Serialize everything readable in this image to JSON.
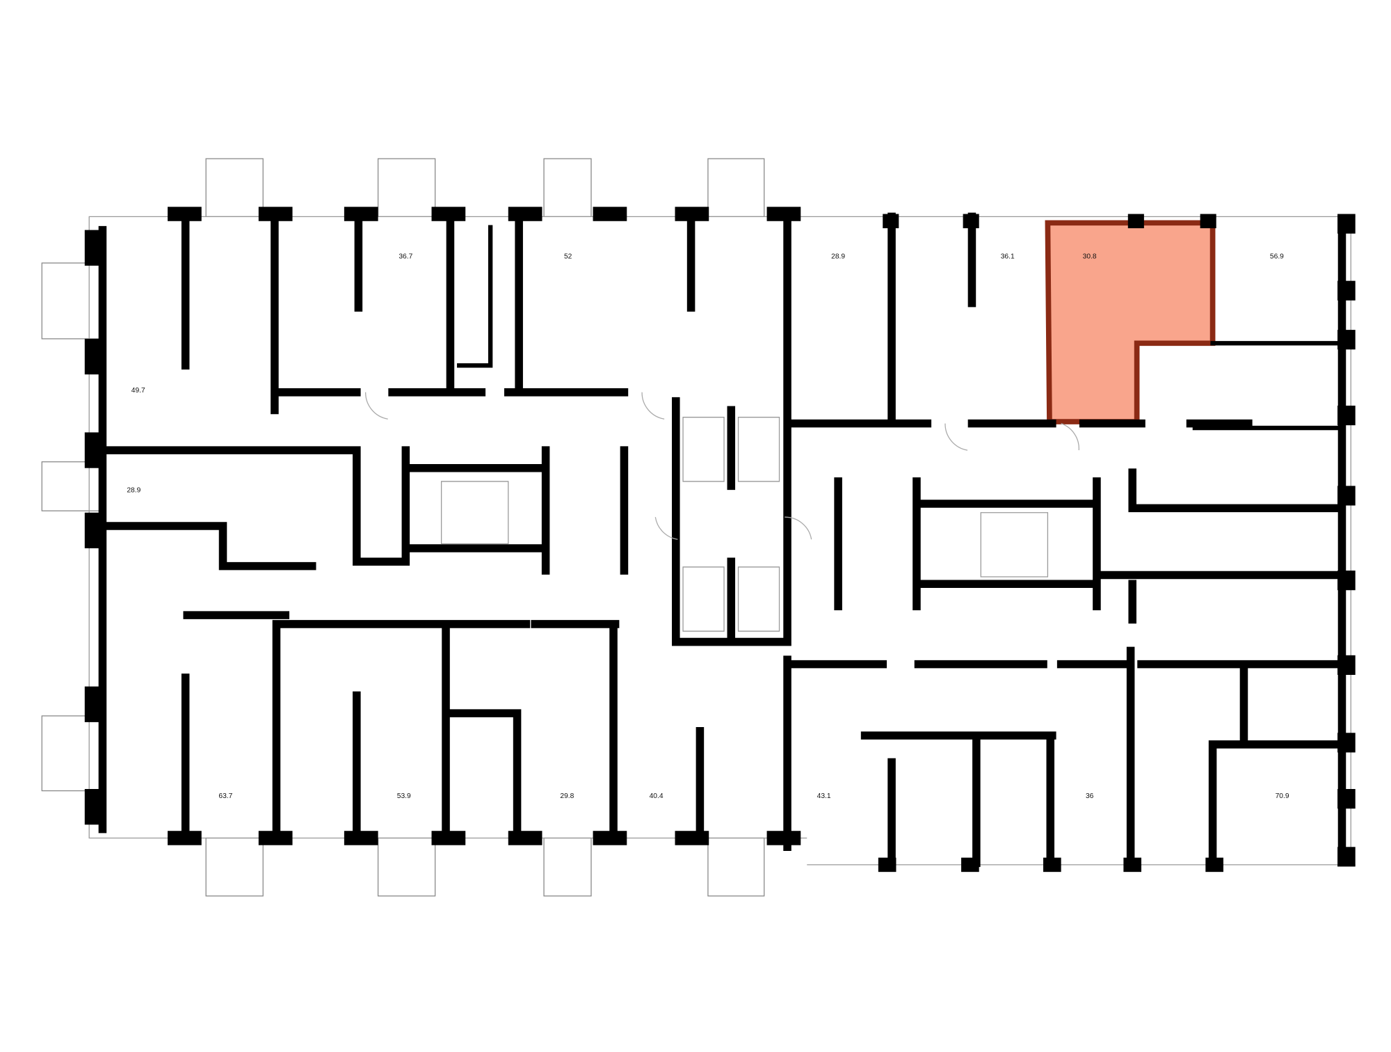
{
  "plan": {
    "highlight_color": "#f9a58c",
    "highlight_stroke": "#8b2a14",
    "selected_apartment": "30.8",
    "apartments": [
      {
        "area": "36.7"
      },
      {
        "area": "52"
      },
      {
        "area": "28.9"
      },
      {
        "area": "36.1"
      },
      {
        "area": "30.8"
      },
      {
        "area": "56.9"
      },
      {
        "area": "49.7"
      },
      {
        "area": "28.9"
      },
      {
        "area": "63.7"
      },
      {
        "area": "53.9"
      },
      {
        "area": "29.8"
      },
      {
        "area": "40.4"
      },
      {
        "area": "43.1"
      },
      {
        "area": "36"
      },
      {
        "area": "70.9"
      }
    ]
  }
}
